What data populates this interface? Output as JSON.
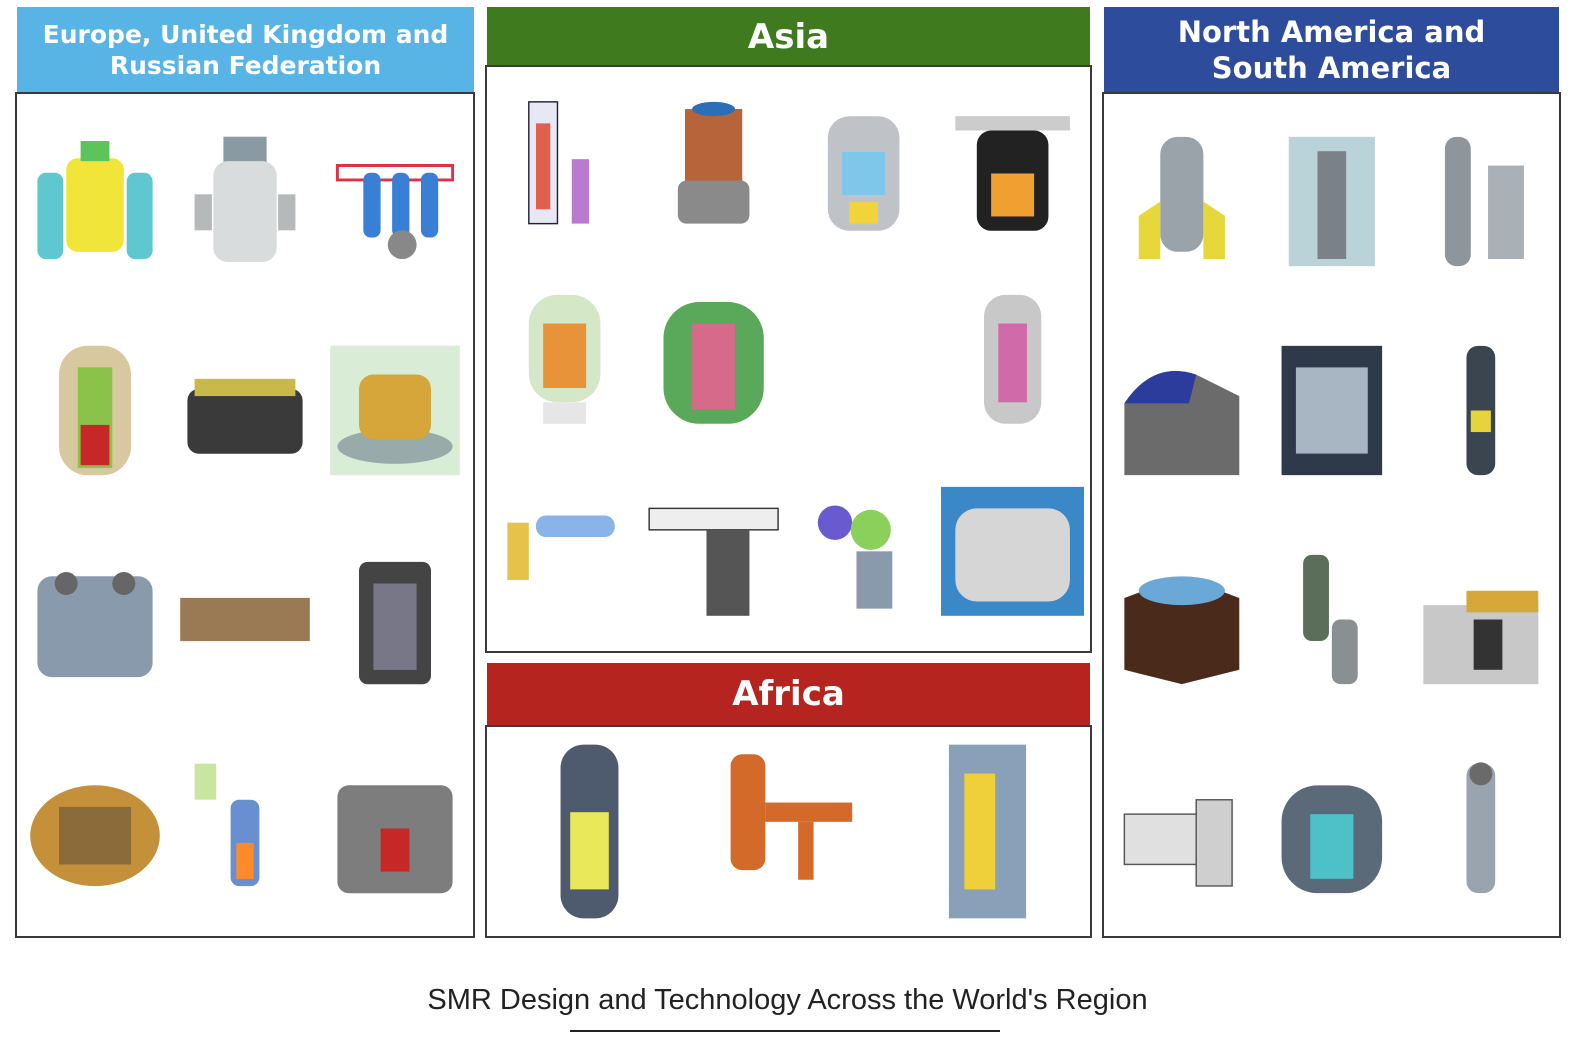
{
  "regions": {
    "europe": {
      "title_line1": "Europe, United Kingdom and",
      "title_line2": "Russian Federation",
      "color": "#59b4e6"
    },
    "asia": {
      "title": "Asia",
      "color": "#3f7a1f"
    },
    "africa": {
      "title": "Africa",
      "color": "#b5241f"
    },
    "americas": {
      "title_line1": "North America and",
      "title_line2": "South America",
      "color": "#2e4c9c"
    }
  },
  "caption": "SMR Design and Technology Across the World's Region",
  "icons": [
    "reactor-illustration-icon"
  ]
}
